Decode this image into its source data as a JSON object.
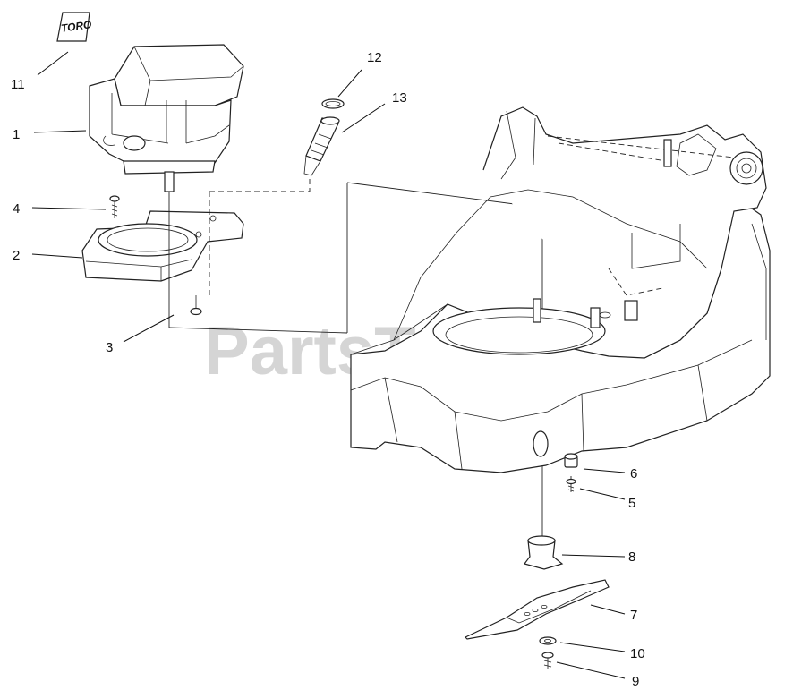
{
  "watermark": "PartsTree",
  "logo_decal_text": "TORO",
  "callouts": {
    "c1": "1",
    "c2": "2",
    "c3": "3",
    "c4": "4",
    "c5": "5",
    "c6": "6",
    "c7": "7",
    "c8": "8",
    "c9": "9",
    "c10": "10",
    "c11": "11",
    "c12": "12",
    "c13": "13"
  }
}
